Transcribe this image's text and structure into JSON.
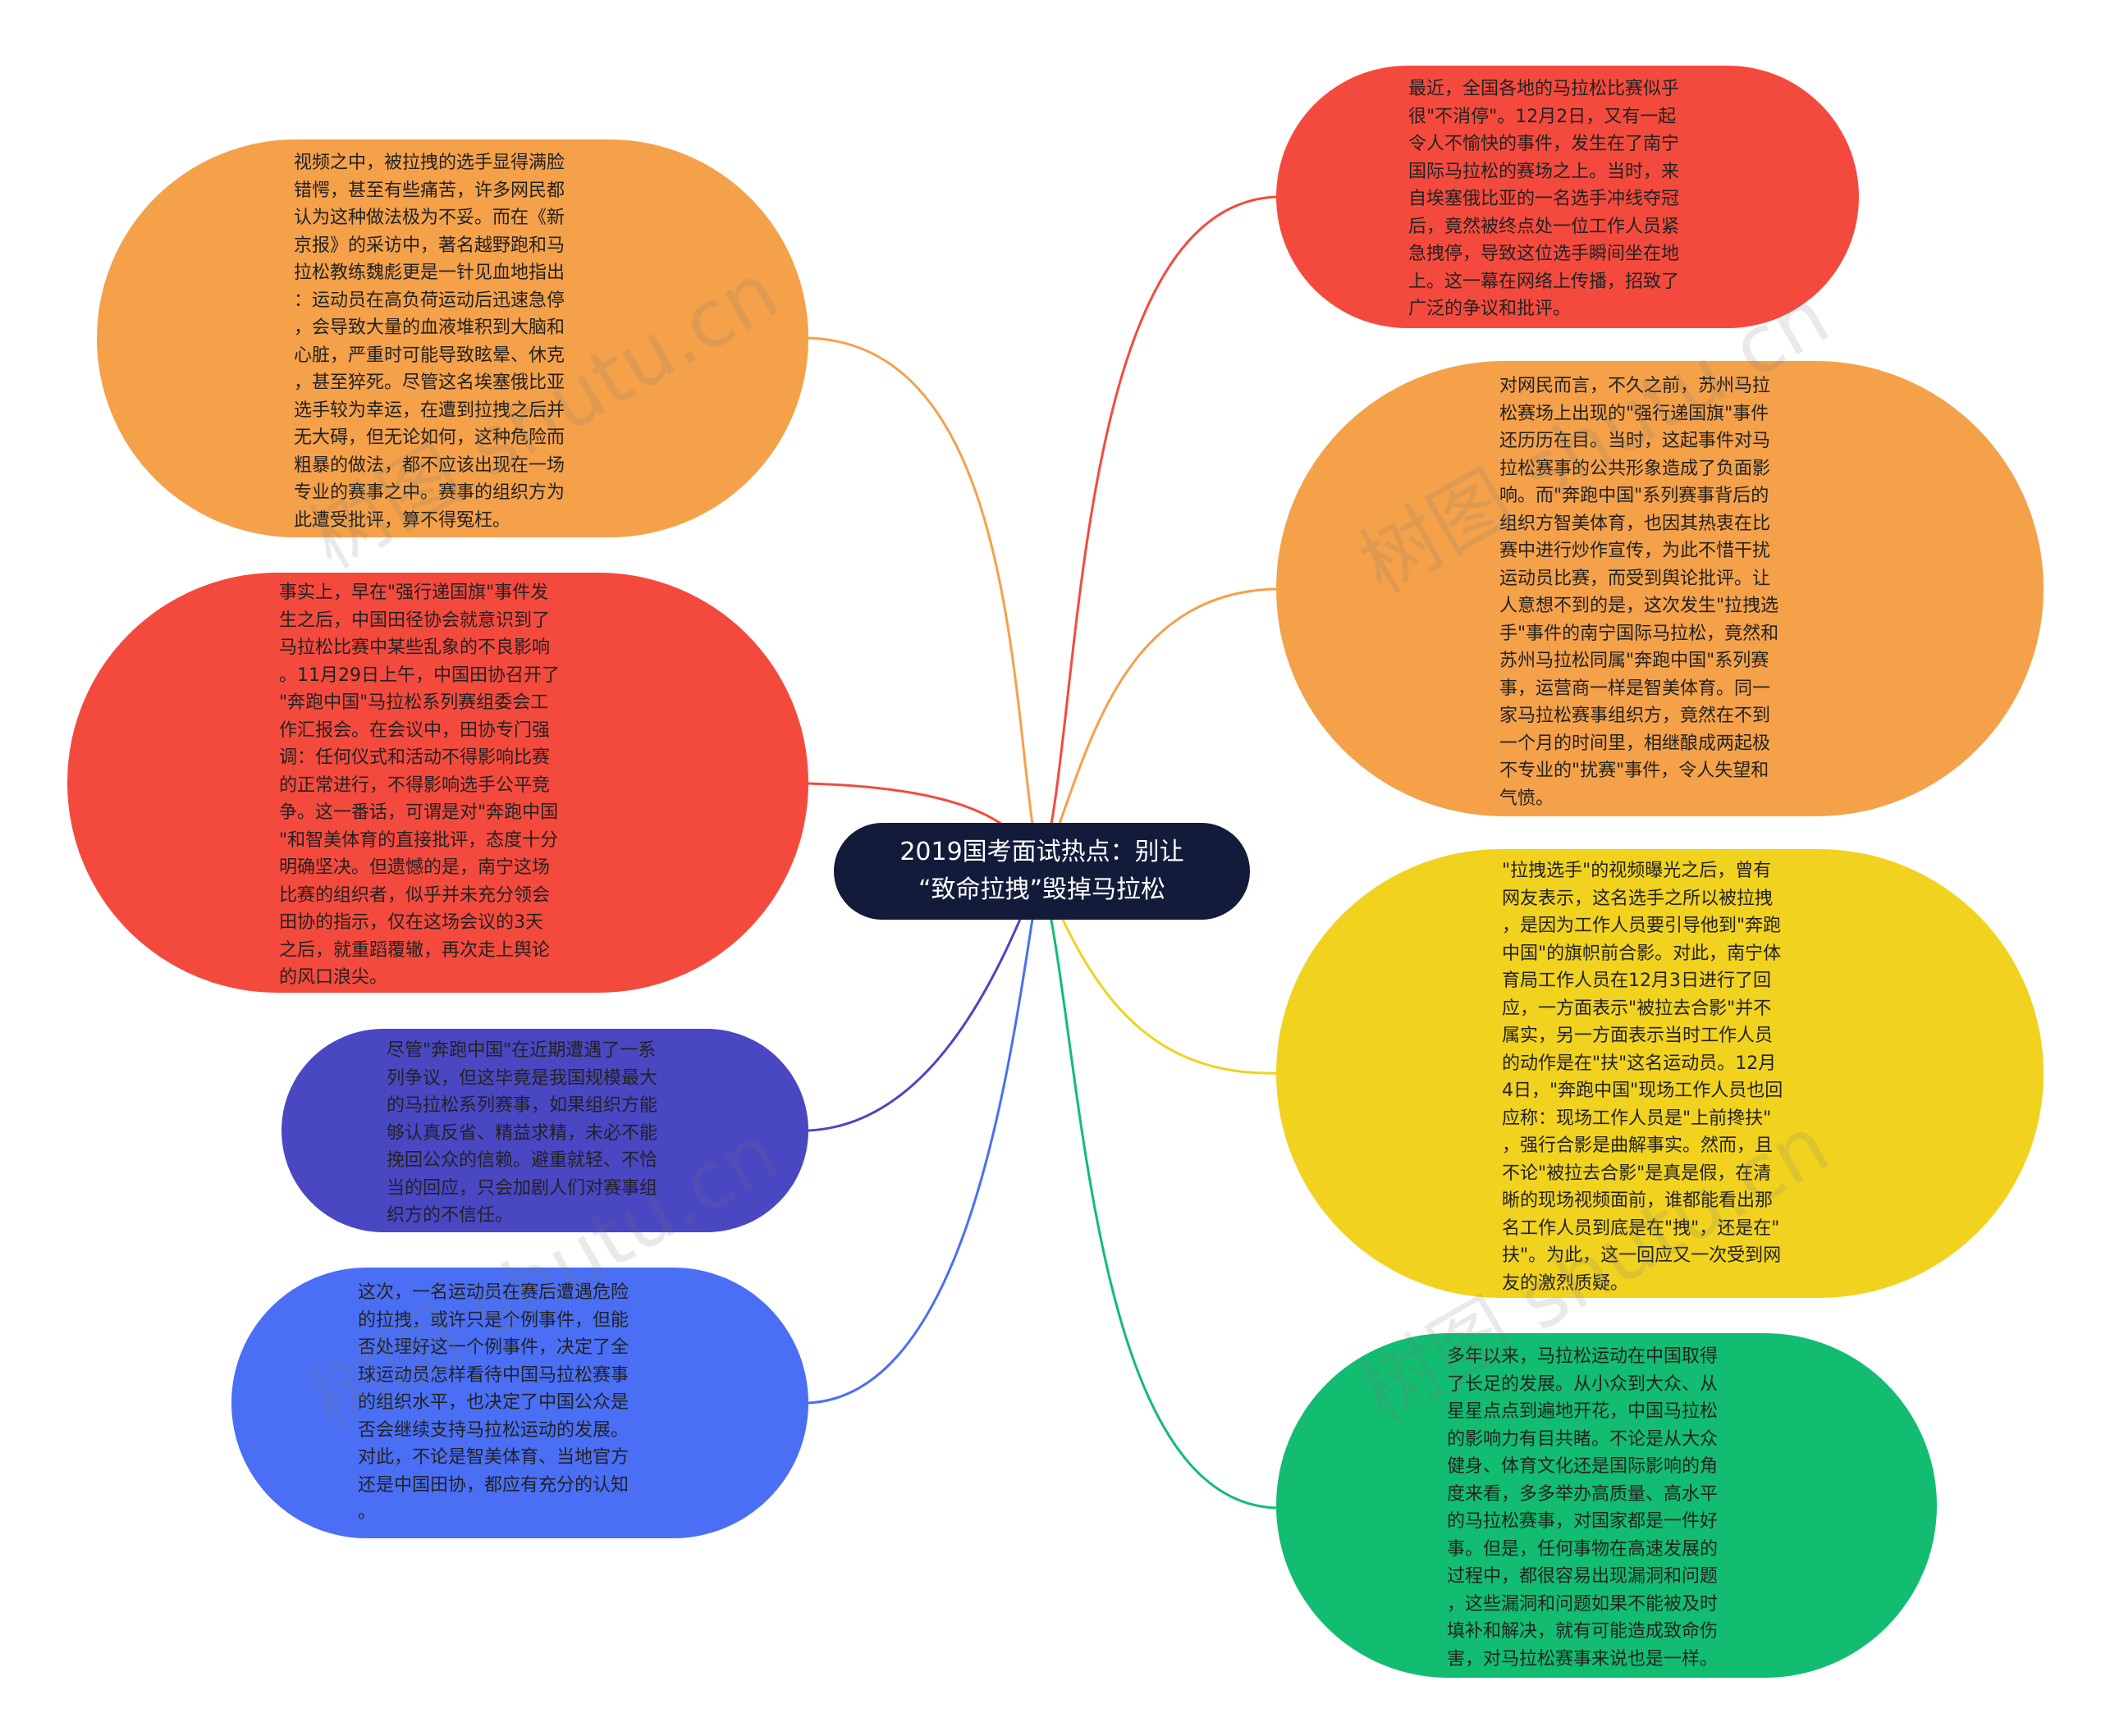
{
  "center": {
    "line1": "2019国考面试热点：别让",
    "line2": "“致命拉拽”毁掉马拉松",
    "color": "#131b3a"
  },
  "watermark": "树图 shutu.cn",
  "nodes": [
    {
      "id": "left-1",
      "color": "#f4a14a",
      "text": "视频之中，被拉拽的选手显得满脸\n错愕，甚至有些痛苦，许多网民都\n认为这种做法极为不妥。而在《新\n京报》的采访中，著名越野跑和马\n拉松教练魏彪更是一针见血地指出\n：运动员在高负荷运动后迅速急停\n，会导致大量的血液堆积到大脑和\n心脏，严重时可能导致眩晕、休克\n，甚至猝死。尽管这名埃塞俄比亚\n选手较为幸运，在遭到拉拽之后并\n无大碍，但无论如何，这种危险而\n粗暴的做法，都不应该出现在一场\n专业的赛事之中。赛事的组织方为\n此遭受批评，算不得冤枉。"
    },
    {
      "id": "left-2",
      "color": "#f44a3e",
      "text": "事实上，早在\"强行递国旗\"事件发\n生之后，中国田径协会就意识到了\n马拉松比赛中某些乱象的不良影响\n。11月29日上午，中国田协召开了\n\"奔跑中国\"马拉松系列赛组委会工\n作汇报会。在会议中，田协专门强\n调：任何仪式和活动不得影响比赛\n的正常进行，不得影响选手公平竞\n争。这一番话，可谓是对\"奔跑中国\n\"和智美体育的直接批评，态度十分\n明确坚决。但遗憾的是，南宁这场\n比赛的组织者，似乎并未充分领会\n田协的指示，仅在这场会议的3天\n之后，就重蹈覆辙，再次走上舆论\n的风口浪尖。"
    },
    {
      "id": "left-3",
      "color": "#4a47c3",
      "text": "尽管\"奔跑中国\"在近期遭遇了一系\n列争议，但这毕竟是我国规模最大\n的马拉松系列赛事，如果组织方能\n够认真反省、精益求精，未必不能\n挽回公众的信赖。避重就轻、不恰\n当的回应，只会加剧人们对赛事组\n织方的不信任。"
    },
    {
      "id": "left-4",
      "color": "#4a6ff5",
      "text": "这次，一名运动员在赛后遭遇危险\n的拉拽，或许只是个例事件，但能\n否处理好这一个例事件，决定了全\n球运动员怎样看待中国马拉松赛事\n的组织水平，也决定了中国公众是\n否会继续支持马拉松运动的发展。\n对此，不论是智美体育、当地官方\n还是中国田协，都应有充分的认知\n。"
    },
    {
      "id": "right-1",
      "color": "#f44a3e",
      "text": "最近，全国各地的马拉松比赛似乎\n很\"不消停\"。12月2日，又有一起\n令人不愉快的事件，发生在了南宁\n国际马拉松的赛场之上。当时，来\n自埃塞俄比亚的一名选手冲线夺冠\n后，竟然被终点处一位工作人员紧\n急拽停，导致这位选手瞬间坐在地\n上。这一幕在网络上传播，招致了\n广泛的争议和批评。"
    },
    {
      "id": "right-2",
      "color": "#f4a14a",
      "text": "对网民而言，不久之前，苏州马拉\n松赛场上出现的\"强行递国旗\"事件\n还历历在目。当时，这起事件对马\n拉松赛事的公共形象造成了负面影\n响。而\"奔跑中国\"系列赛事背后的\n组织方智美体育，也因其热衷在比\n赛中进行炒作宣传，为此不惜干扰\n运动员比赛，而受到舆论批评。让\n人意想不到的是，这次发生\"拉拽选\n手\"事件的南宁国际马拉松，竟然和\n苏州马拉松同属\"奔跑中国\"系列赛\n事，运营商一样是智美体育。同一\n家马拉松赛事组织方，竟然在不到\n一个月的时间里，相继酿成两起极\n不专业的\"扰赛\"事件，令人失望和\n气愤。"
    },
    {
      "id": "right-3",
      "color": "#f1d21f",
      "text": "\"拉拽选手\"的视频曝光之后，曾有\n网友表示，这名选手之所以被拉拽\n，是因为工作人员要引导他到\"奔跑\n中国\"的旗帜前合影。对此，南宁体\n育局工作人员在12月3日进行了回\n应，一方面表示\"被拉去合影\"并不\n属实，另一方面表示当时工作人员\n的动作是在\"扶\"这名运动员。12月\n4日，\"奔跑中国\"现场工作人员也回\n应称：现场工作人员是\"上前搀扶\"\n，强行合影是曲解事实。然而，且\n不论\"被拉去合影\"是真是假，在清\n晰的现场视频面前，谁都能看出那\n名工作人员到底是在\"拽\"，还是在\"\n扶\"。为此，这一回应又一次受到网\n友的激烈质疑。"
    },
    {
      "id": "right-4",
      "color": "#12bc71",
      "text": "多年以来，马拉松运动在中国取得\n了长足的发展。从小众到大众、从\n星星点点到遍地开花，中国马拉松\n的影响力有目共睹。不论是从大众\n健身、体育文化还是国际影响的角\n度来看，多多举办高质量、高水平\n的马拉松赛事，对国家都是一件好\n事。但是，任何事物在高速发展的\n过程中，都很容易出现漏洞和问题\n，这些漏洞和问题如果不能被及时\n填补和解决，就有可能造成致命伤\n害，对马拉松赛事来说也是一样。"
    }
  ]
}
